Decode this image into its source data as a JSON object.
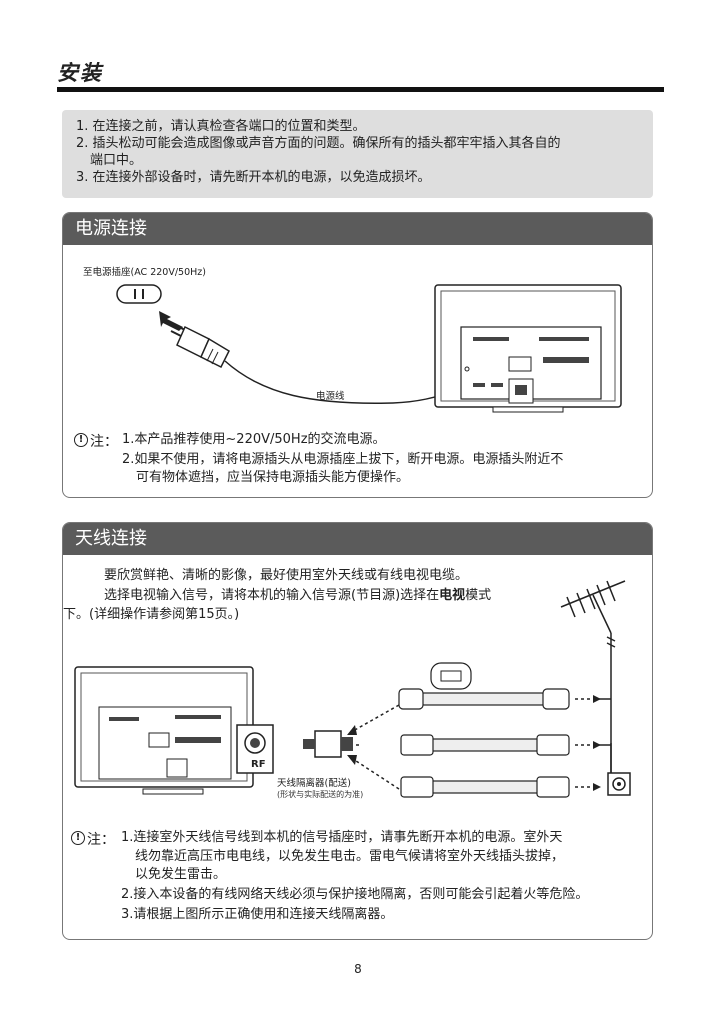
{
  "page": {
    "title": "安装",
    "page_number": "8"
  },
  "notice": {
    "lines": [
      "1. 在连接之前，请认真检查各端口的位置和类型。",
      "2. 插头松动可能会造成图像或声音方面的问题。确保所有的插头都牢牢插入其各自的",
      "端口中。",
      "3. 在连接外部设备时，请先断开本机的电源，以免造成损坏。"
    ]
  },
  "power_section": {
    "heading": "电源连接",
    "outlet_label": "至电源插座(AC 220V/50Hz)",
    "cord_label": "电源线",
    "note_label": "注：",
    "notes": [
      "1.本产品推荐使用~220V/50Hz的交流电源。",
      "2.如果不使用，请将电源插头从电源插座上拔下，断开电源。电源插头附近不",
      "可有物体遮挡，应当保持电源插头能方便操作。"
    ]
  },
  "antenna_section": {
    "heading": "天线连接",
    "intro_line1": "要欣赏鲜艳、清晰的影像，最好使用室外天线或有线电视电缆。",
    "intro_line2_before": "选择电视输入信号，请将本机的输入信号源(节目源)选择在",
    "intro_line2_bold": "电视",
    "intro_line2_after": "模式",
    "intro_line3": "下。(详细操作请参阅第15页。)",
    "rf_label": "RF",
    "isolator_label": "天线隔离器(配送)",
    "isolator_note": "(形状与实际配送的为准)",
    "note_label": "注：",
    "notes": [
      "1.连接室外天线信号线到本机的信号插座时，请事先断开本机的电源。室外天",
      "线勿靠近高压市电电线，以免发生电击。雷电气候请将室外天线插头拔掉，",
      "以免发生雷击。",
      "2.接入本设备的有线网络天线必须与保护接地隔离，否则可能会引起着火等危险。",
      "3.请根据上图所示正确使用和连接天线隔离器。"
    ]
  }
}
